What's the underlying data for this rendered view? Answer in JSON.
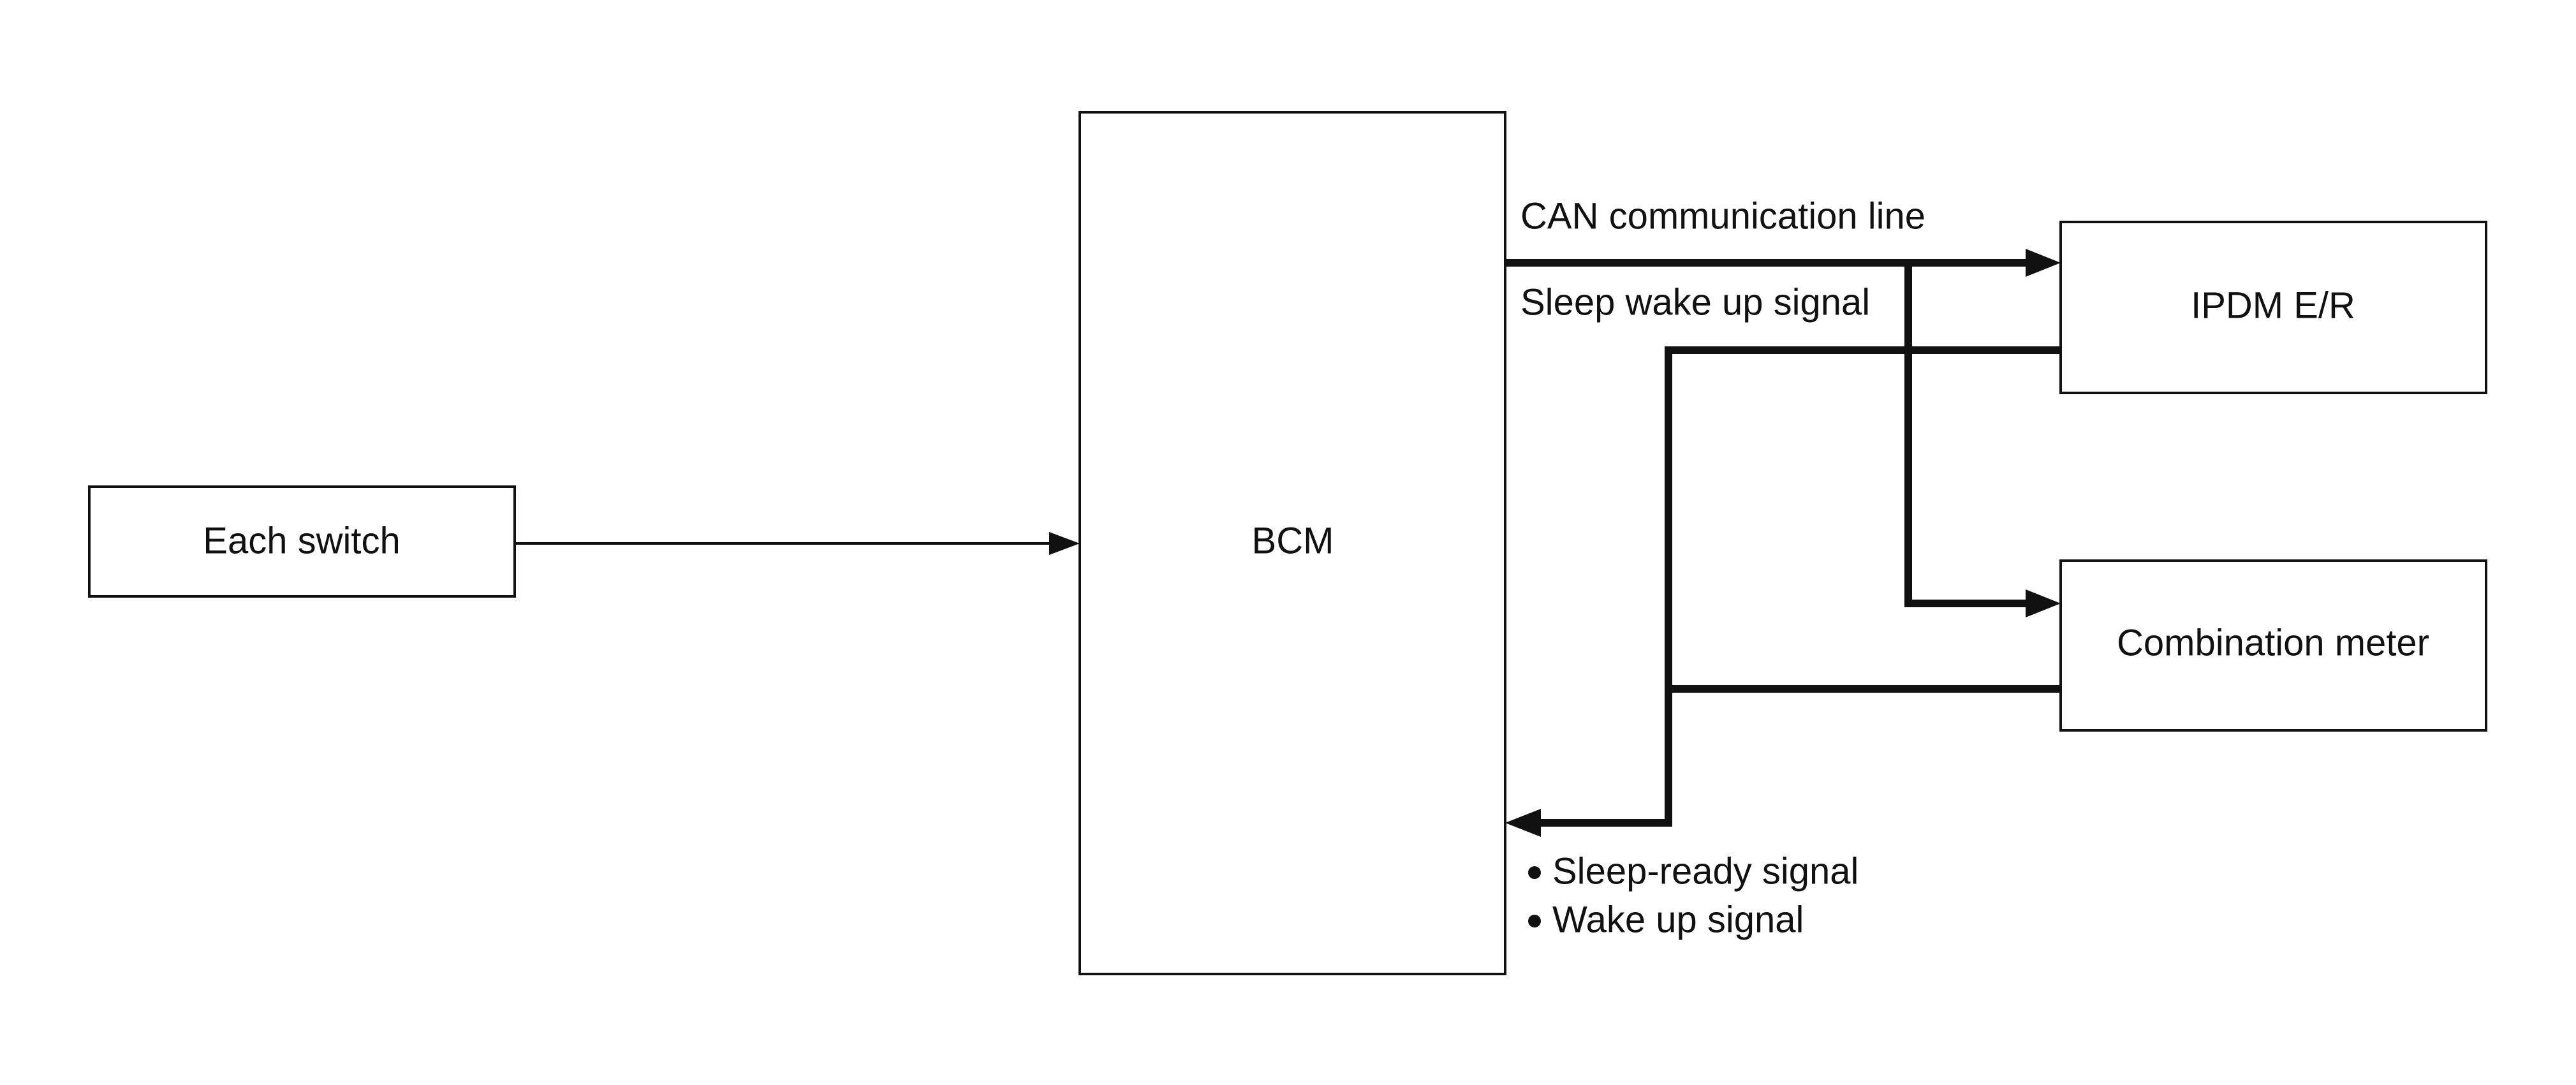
{
  "blocks": {
    "each_switch": "Each switch",
    "bcm": "BCM",
    "ipdm": "IPDM E/R",
    "combination_meter": "Combination meter"
  },
  "signals": {
    "can_line": "CAN communication line",
    "sleep_wake_up": "Sleep wake up signal",
    "sleep_ready": "Sleep-ready signal",
    "wake_up": "Wake up signal"
  }
}
